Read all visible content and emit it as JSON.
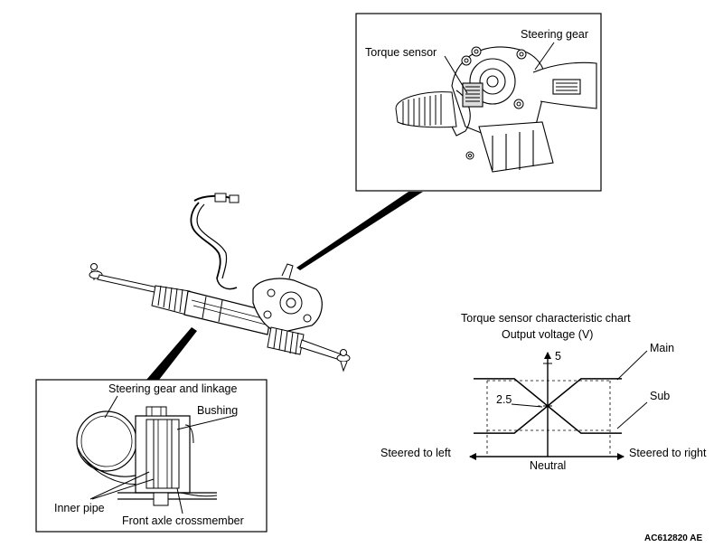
{
  "callouts": {
    "torque_sensor": "Torque sensor",
    "steering_gear": "Steering gear",
    "steering_gear_and_linkage": "Steering gear and linkage",
    "bushing": "Bushing",
    "inner_pipe": "Inner pipe",
    "front_axle_crossmember": "Front axle crossmember"
  },
  "chart": {
    "title": "Torque sensor characteristic chart",
    "y_axis_label": "Output voltage (V)",
    "left_label": "Steered to left",
    "right_label": "Steered to right",
    "neutral_label": "Neutral",
    "y_top_tick": "5",
    "y_mid_tick": "2.5",
    "series_main": "Main",
    "series_sub": "Sub"
  },
  "figure_code": "AC612820 AE",
  "chart_data": {
    "type": "line",
    "title": "Torque sensor characteristic chart",
    "ylabel": "Output voltage (V)",
    "yticks": [
      "2.5",
      "5"
    ],
    "series": [
      {
        "name": "Main",
        "description_points": [
          [
            -1,
            0.9
          ],
          [
            -0.45,
            0.9
          ],
          [
            0.45,
            4.1
          ],
          [
            1,
            4.1
          ]
        ]
      },
      {
        "name": "Sub",
        "description_points": [
          [
            -1,
            4.1
          ],
          [
            -0.45,
            4.1
          ],
          [
            0.45,
            0.9
          ],
          [
            1,
            0.9
          ]
        ]
      }
    ]
  }
}
